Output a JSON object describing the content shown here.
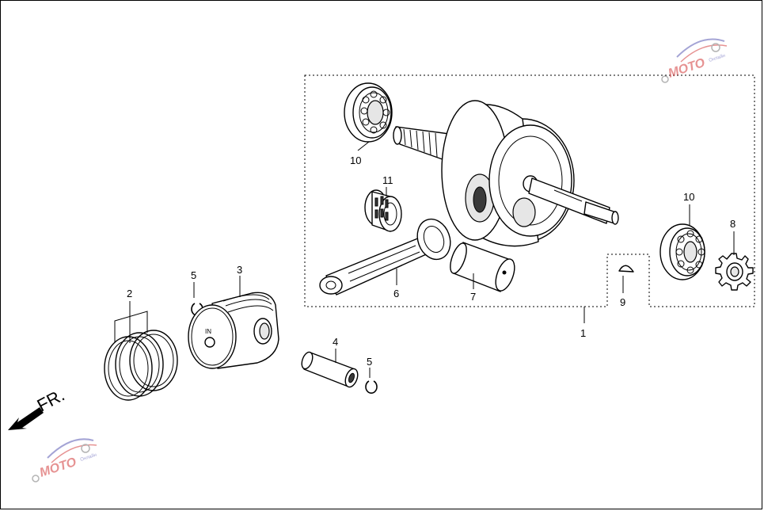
{
  "diagram": {
    "front_label": "FR.",
    "piston_marking": "IN",
    "callouts": [
      {
        "id": "callout-1",
        "label": "1"
      },
      {
        "id": "callout-2",
        "label": "2"
      },
      {
        "id": "callout-3",
        "label": "3"
      },
      {
        "id": "callout-4",
        "label": "4"
      },
      {
        "id": "callout-5a",
        "label": "5"
      },
      {
        "id": "callout-5b",
        "label": "5"
      },
      {
        "id": "callout-6",
        "label": "6"
      },
      {
        "id": "callout-7",
        "label": "7"
      },
      {
        "id": "callout-8",
        "label": "8"
      },
      {
        "id": "callout-9",
        "label": "9"
      },
      {
        "id": "callout-10a",
        "label": "10"
      },
      {
        "id": "callout-10b",
        "label": "10"
      },
      {
        "id": "callout-11",
        "label": "11"
      }
    ]
  },
  "watermark": {
    "logo_text": "MOTO",
    "sub_text": "Онлайн",
    "colors": {
      "primary": "#d23a3a",
      "secondary": "#5a5ab4"
    }
  }
}
